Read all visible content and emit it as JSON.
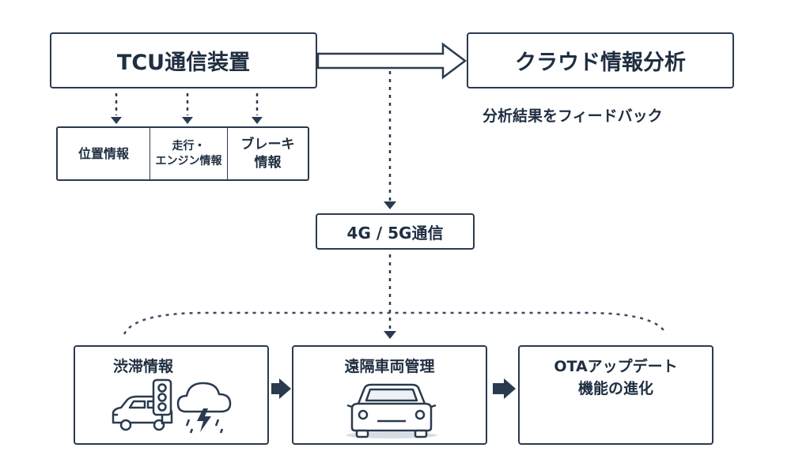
{
  "tcu": {
    "title": "TCU通信装置"
  },
  "cloud": {
    "title": "クラウド情報分析",
    "feedback": "分析結果をフィードバック"
  },
  "vehicle_data": {
    "position": "位置情報",
    "engine_line1": "走行・",
    "engine_line2": "エンジン情報",
    "brake_line1": "ブレーキ",
    "brake_line2": "情報"
  },
  "network": {
    "label": "4G / 5G通信"
  },
  "services": {
    "traffic": {
      "title": "渋滞情報",
      "icons": [
        "car-icon",
        "traffic-light-icon",
        "storm-cloud-icon"
      ]
    },
    "vehicle": {
      "title": "遠隔車両管理",
      "icons": [
        "car-front-icon"
      ]
    },
    "ota": {
      "title_line1": "OTAアップデート",
      "title_line2": "機能の進化"
    }
  },
  "colors": {
    "primary": "#2a3a4f",
    "text": "#1f2e40",
    "shadow": "#d7dde5",
    "background": "#ffffff"
  }
}
